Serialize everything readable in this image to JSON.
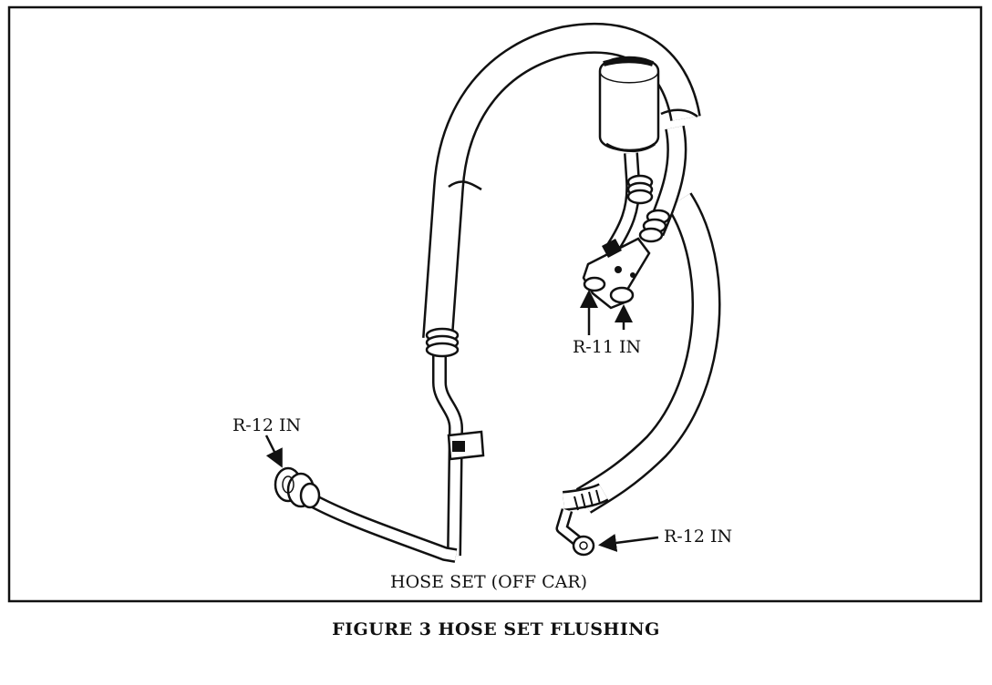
{
  "labels": {
    "r12_left": "R-12 IN",
    "r11": "R-11 IN",
    "r12_right": "R-12 IN",
    "hose_set": "HOSE SET (OFF CAR)"
  },
  "caption": "FIGURE 3 HOSE SET FLUSHING",
  "colors": {
    "ink": "#111111",
    "paper": "#ffffff"
  }
}
